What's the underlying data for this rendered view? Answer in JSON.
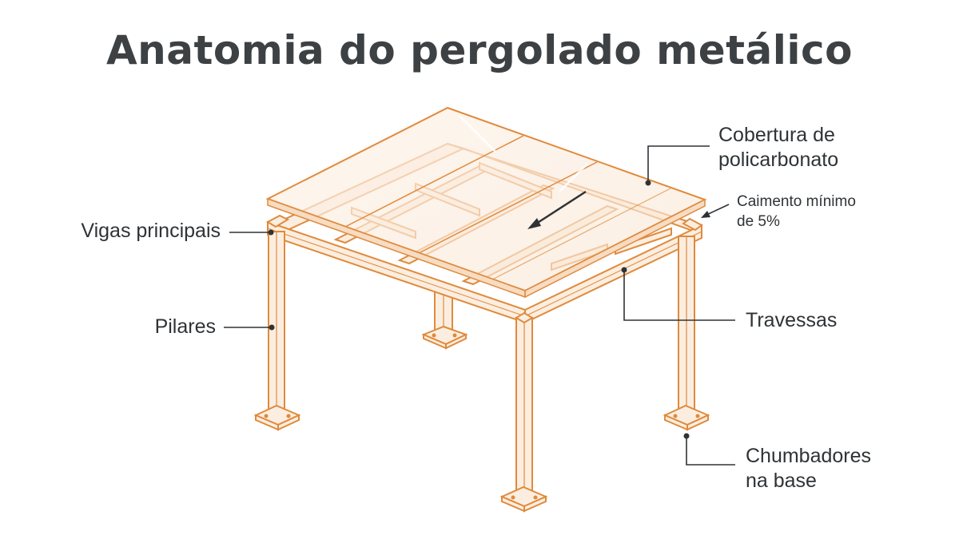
{
  "title": "Anatomia do pergolado metálico",
  "labels": {
    "cobertura_line1": "Cobertura de",
    "cobertura_line2": "policarbonato",
    "caimento_line1": "Caimento mínimo",
    "caimento_line2": "de 5%",
    "vigas": "Vigas principais",
    "pilares": "Pilares",
    "travessas": "Travessas",
    "chumbadores_line1": "Chumbadores",
    "chumbadores_line2": "na base"
  },
  "colors": {
    "structure": "#e08a3c",
    "structure_fill": "#fbeee0",
    "roof_fill": "#fcefe2",
    "leader": "#2f3336",
    "title": "#3d4144"
  }
}
